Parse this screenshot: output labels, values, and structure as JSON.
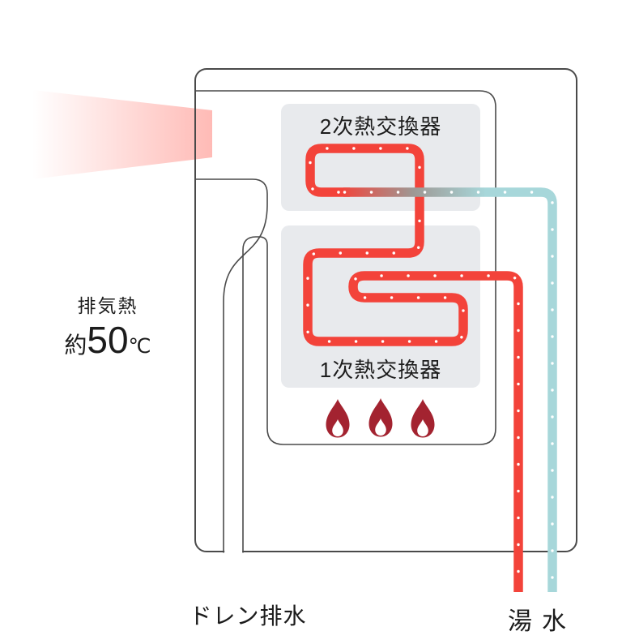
{
  "labels": {
    "exhaust_heat": "排気熱",
    "exhaust_temp_prefix": "約",
    "exhaust_temp_value": "50",
    "exhaust_temp_unit": "℃",
    "secondary_heat_exchanger": "2次熱交換器",
    "primary_heat_exchanger": "1次熱交換器",
    "drain": "ドレン排水",
    "hot_water": "湯",
    "cold_water": "水"
  },
  "icons": {
    "flame": "flame-icon",
    "exhaust_plume": "exhaust-plume-icon"
  },
  "colors": {
    "pipe_hot": "#f3433a",
    "pipe_mid": "#9e9894",
    "pipe_cold": "#a7d7da",
    "pipe_dot": "#ffffff",
    "flame": "#a32330",
    "flame_core": "#ffffff",
    "hx_box": "#e8eaed",
    "outline": "#4a4a4a",
    "plume": "#ff6a60",
    "text": "#1c1c1c",
    "background": "#ffffff"
  }
}
